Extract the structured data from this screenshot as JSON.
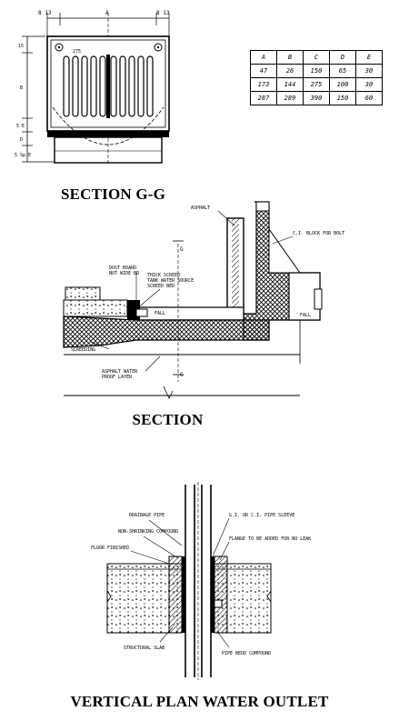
{
  "titles": {
    "section_gg": "SECTION G-G",
    "section": "SECTION",
    "vertical_plan": "VERTICAL PLAN WATER OUTLET"
  },
  "grate": {
    "top_dims": [
      "8 13",
      "A",
      "8 13"
    ],
    "side_dims": [
      "15",
      "B",
      "5 E",
      "D",
      "5 Sp E"
    ],
    "label": "275"
  },
  "dim_table": {
    "headers": [
      "A",
      "B",
      "C",
      "D",
      "E"
    ],
    "rows": [
      [
        "47",
        "26",
        "150",
        "65",
        "30"
      ],
      [
        "173",
        "144",
        "275",
        "100",
        "30"
      ],
      [
        "287",
        "289",
        "390",
        "150",
        "60"
      ]
    ]
  },
  "section_labels": {
    "asphalt": "ASPHALT",
    "ci_block": "C.I. BLOCK FOR BOLT",
    "dust_board": "DUST BOARD",
    "not_wide_bd": "NOT WIDE BD",
    "thick_screed": "THICK SCREED",
    "tank_water": "TANK WATER SOURCE",
    "screed_bed": "SCREED BED",
    "g_mark": "G",
    "fall": "FALL",
    "bracket": "SCREEDING",
    "asphalt_water": "ASPHALT WATER",
    "proof_layer": "PROOF LAYER",
    "fall_right": "FALL"
  },
  "outlet_labels": {
    "drainage_pipe": "DRAINAGE PIPE",
    "non_shrinking": "NON-SHRINKING COMPOUND",
    "floor_finished": "FLOOR FINISHED",
    "ci_pipe_sleeve": "G.I. OR C.I. PIPE SLEEVE",
    "flange": "FLANGE TO BE ADDED FOR NO LEAK",
    "structural_slab": "STRUCTURAL SLAB",
    "pipe_bedding": "PIPE BEDD COMPOUND"
  }
}
